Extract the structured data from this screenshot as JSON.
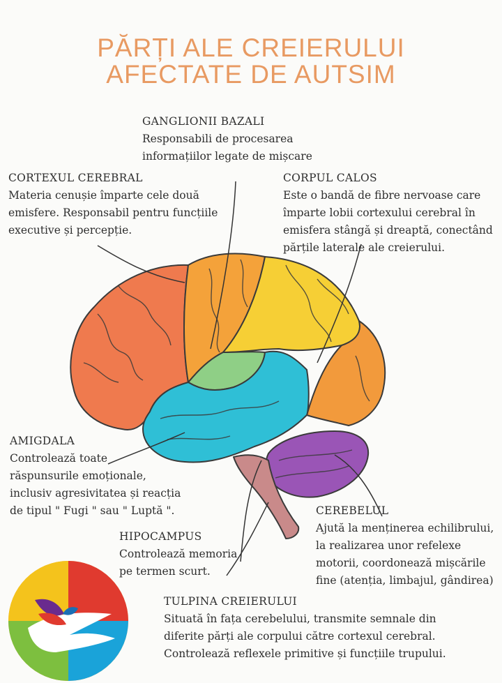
{
  "title": {
    "line1": "PĂRȚI ALE CREIERULUI",
    "line2": "AFECTATE DE AUTSIM"
  },
  "labels": {
    "ganglionii": {
      "heading": "GANGLIONII BAZALI",
      "lines": [
        "Responsabili de procesarea",
        "informațiilor legate de mișcare"
      ]
    },
    "cortexul": {
      "heading": "CORTEXUL CEREBRAL",
      "lines": [
        "Materia cenușie împarte cele două",
        "emisfere. Responsabil pentru funcțiile",
        "executive și percepție."
      ]
    },
    "corpul": {
      "heading": "CORPUL CALOS",
      "lines": [
        "Este o bandă de fibre nervoase care",
        "împarte lobii cortexului cerebral în",
        "emisfera stângă și dreaptă, conectând",
        "părțile laterale ale creierului."
      ]
    },
    "amigdala": {
      "heading": "AMIGDALA",
      "lines": [
        "Controlează toate",
        "răspunsurile emoționale,",
        "inclusiv agresivitatea și reacția",
        "de tipul \" Fugi \" sau \" Luptă \"."
      ]
    },
    "hipocampus": {
      "heading": "HIPOCAMPUS",
      "lines": [
        "Controlează memoria",
        "pe termen scurt."
      ]
    },
    "cerebelul": {
      "heading": "CEREBELUL",
      "lines": [
        "Ajută la menținerea echilibrului,",
        "la realizarea unor refelexe",
        "motorii, coordonează mișcările",
        "fine (atenția, limbajul, gândirea)"
      ]
    },
    "tulpina": {
      "heading": "TULPINA CREIERULUI",
      "lines": [
        "Situată în fața cerebelului, transmite semnale din",
        "diferite părți ale corpului către cortexul cerebral.",
        "Controlează reflexele primitive și funcțiile trupului."
      ]
    }
  },
  "colors": {
    "title": "#e89a62",
    "frontal": "#ef7a4e",
    "parietal_orange": "#f4a23a",
    "yellow": "#f6cf35",
    "occipital": "#f29a3c",
    "temporal": "#2fbfd6",
    "green": "#8fcf86",
    "cerebellum": "#9a55b6",
    "brainstem": "#c98a8a"
  },
  "icons": [
    "brain-diagram-icon",
    "logo-hands-bird-icon"
  ]
}
